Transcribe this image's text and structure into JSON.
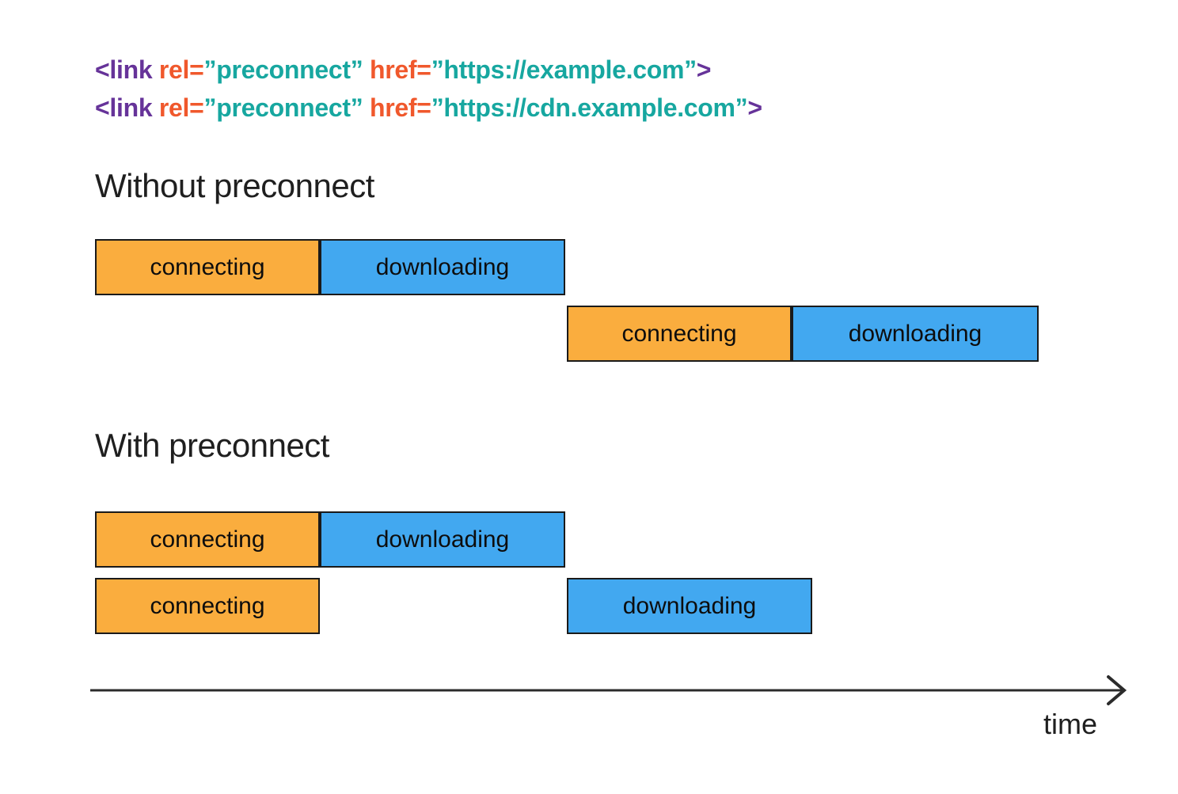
{
  "colors": {
    "code-purple": "#663399",
    "code-orange": "#F0582C",
    "code-teal": "#17A7A0",
    "bar-connecting": "#FAAD3E",
    "bar-downloading": "#42A8F0",
    "bar-border": "#1A1A1A",
    "axis": "#2B2B2B",
    "text": "#1F1F1F"
  },
  "code": {
    "lines": [
      {
        "segments": [
          {
            "text": "<link ",
            "color": "purple"
          },
          {
            "text": "rel=",
            "color": "orange"
          },
          {
            "text": "”preconnect” ",
            "color": "teal"
          },
          {
            "text": "href=",
            "color": "orange"
          },
          {
            "text": "”https://example.com”",
            "color": "teal"
          },
          {
            "text": ">",
            "color": "purple"
          }
        ]
      },
      {
        "segments": [
          {
            "text": "<link ",
            "color": "purple"
          },
          {
            "text": "rel=",
            "color": "orange"
          },
          {
            "text": "”preconnect” ",
            "color": "teal"
          },
          {
            "text": "href=",
            "color": "orange"
          },
          {
            "text": "”https://cdn.example.com”",
            "color": "teal"
          },
          {
            "text": ">",
            "color": "purple"
          }
        ]
      }
    ]
  },
  "sections": [
    {
      "heading": "Without preconnect",
      "rows": [
        {
          "bars": [
            {
              "label": "connecting"
            },
            {
              "label": "downloading"
            }
          ]
        },
        {
          "bars": [
            {
              "label": "connecting"
            },
            {
              "label": "downloading"
            }
          ]
        }
      ]
    },
    {
      "heading": "With preconnect",
      "rows": [
        {
          "bars": [
            {
              "label": "connecting"
            },
            {
              "label": "downloading"
            }
          ]
        },
        {
          "bars": [
            {
              "label": "connecting"
            },
            {
              "label": "downloading"
            }
          ]
        }
      ]
    }
  ],
  "axis": {
    "label": "time"
  }
}
